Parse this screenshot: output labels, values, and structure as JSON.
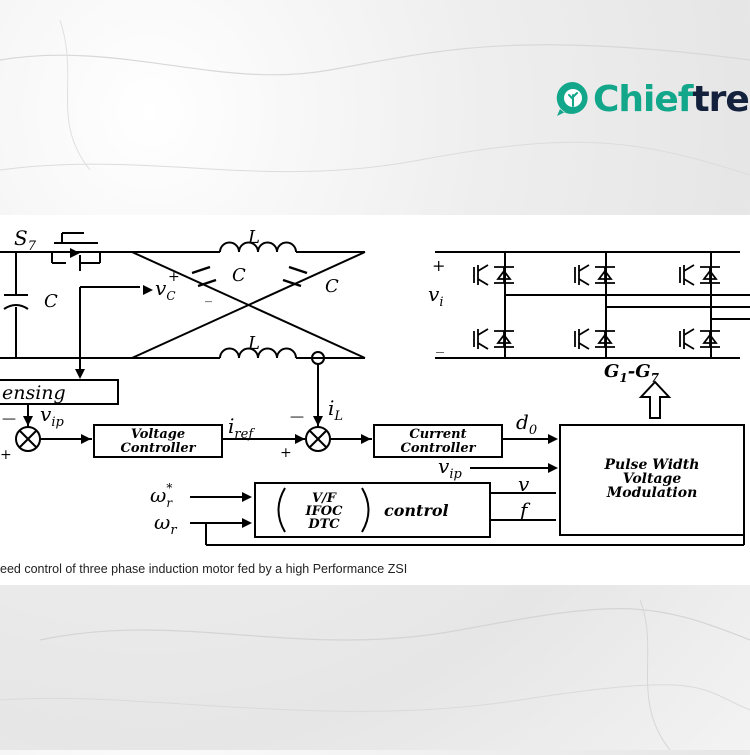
{
  "logo": {
    "text_a": "Chief",
    "text_b": "tre"
  },
  "labels": {
    "s7": "S",
    "s7_sub": "7",
    "cap_left": "C",
    "cap_upper": "C",
    "cap_right": "C",
    "ind_top": "L",
    "ind_bottom": "L",
    "vc": "v",
    "vc_sub": "C",
    "vi": "v",
    "vi_sub": "i",
    "sensing": "ensing",
    "vip": "v",
    "vip_sub": "ip",
    "iref": "i",
    "iref_sub": "ref",
    "il": "i",
    "il_sub": "L",
    "voltage_controller_1": "Voltage",
    "voltage_controller_2": "Controller",
    "current_controller_1": "Current",
    "current_controller_2": "Controller",
    "d0": "d",
    "d0_sub": "0",
    "vip2": "v",
    "vip2_sub": "ip",
    "v_out": "v",
    "f_out": "f",
    "pwm_1": "Pulse Width",
    "pwm_2": "Voltage",
    "pwm_3": "Modulation",
    "gates": "G",
    "gates_sub1": "1",
    "gates_dash": "-G",
    "gates_sub2": "7",
    "omega_ref": "ω",
    "omega_ref_sub": "r",
    "omega_ref_sup": "*",
    "omega": "ω",
    "omega_sub": "r",
    "ctrl_1": "V/F",
    "ctrl_2": "IFOC",
    "ctrl_3": "DTC",
    "ctrl_word": "control",
    "plus": "+",
    "minus": "_",
    "dash": "—"
  },
  "caption": "eed control of three phase induction motor fed by a high Performance ZSI"
}
